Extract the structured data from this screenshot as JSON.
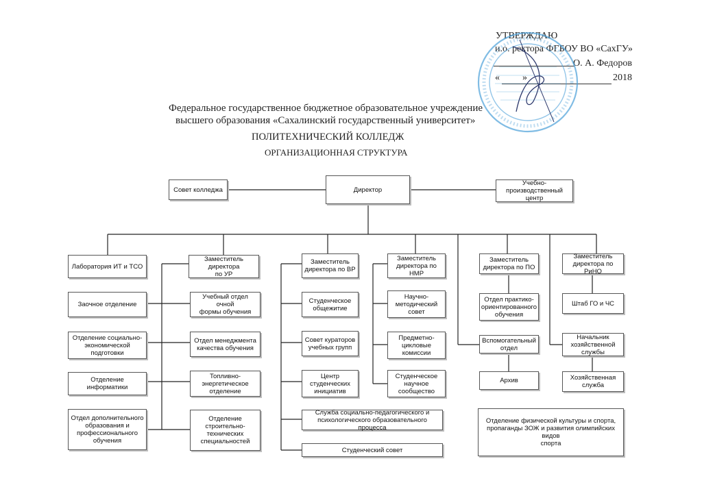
{
  "approval": {
    "approve": "УТВЕРЖДАЮ",
    "position": "и.о. ректора ФГБОУ ВО «СахГУ»",
    "name": "О. А. Федоров",
    "date_open": "«",
    "date_close": "»",
    "year": "2018"
  },
  "header": {
    "line1": "Федеральное государственное бюджетное образовательное учреждение",
    "line2": "высшего образования «Сахалинский государственный университет»",
    "college": "ПОЛИТЕХНИЧЕСКИЙ КОЛЛЕДЖ",
    "subtitle": "ОРГАНИЗАЦИОННАЯ СТРУКТУРА"
  },
  "org": {
    "council": "Совет колледжа",
    "director": "Директор",
    "training_center": "Учебно-\nпроизводственный центр",
    "lab": "Лаборатория ИТ и ТСО",
    "correspondence": "Заочное отделение",
    "socio_econ": "Отделение социально-\nэкономической\nподготовки",
    "informatics": "Отделение информатики",
    "dpo": "Отдел дополнительного\nобразования и\nпрофессионального\nобучения",
    "deputy_ur": "Заместитель директора\nпо УР",
    "fulltime": "Учебный отдел очной\nформы обучения",
    "quality": "Отдел менеджмента\nкачества обучения",
    "fuel": "Топливно-\nэнергетическое\nотделение",
    "construction": "Отделение строительно-\nтехнических\nспециальностей",
    "deputy_vr": "Заместитель\nдиректора по ВР",
    "dorm": "Студенческое\nобщежитие",
    "curators": "Совет кураторов\nучебных групп",
    "initiatives": "Центр\nстуденческих\nинициатив",
    "social_service": "Служба социально-педагогического и\nпсихологического образовательного процесса",
    "student_council": "Студенческий совет",
    "deputy_nmr": "Заместитель\nдиректора по НМР",
    "method_council": "Научно-\nметодический\nсовет",
    "commissions": "Предметно-\nцикловые\nкомиссии",
    "science_society": "Студенческое\nнаучное\nсообщество",
    "deputy_po": "Заместитель\nдиректора по ПО",
    "practice": "Отдел практико-\nориентированного\nобучения",
    "auxiliary": "Вспомогательный\nотдел",
    "archive": "Архив",
    "deputy_rino": "Заместитель\nдиректора по РиНО",
    "civil_defense": "Штаб ГО и ЧС",
    "chief_household": "Начальник\nхозяйственной\nслужбы",
    "household": "Хозяйственная\nслужба",
    "sport": "Отделение физической культуры и спорта,\nпропаганды ЗОЖ и развития олимпийских видов\nспорта"
  }
}
